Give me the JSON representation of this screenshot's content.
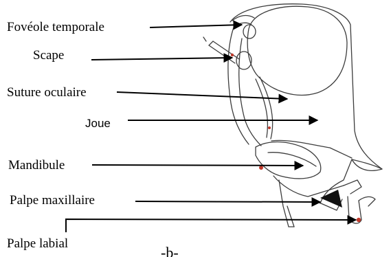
{
  "figure": {
    "tag": "-b-",
    "subject": "insect-head-lateral-view",
    "colors": {
      "outline": "#3c3c3c",
      "accent_red": "#c0392b",
      "dark_fill": "#111111",
      "arrow": "#000000"
    }
  },
  "labels": [
    {
      "id": "foveole-temporale",
      "text": "Fovéole temporale"
    },
    {
      "id": "scape",
      "text": "Scape"
    },
    {
      "id": "suture-oculaire",
      "text": "Suture oculaire"
    },
    {
      "id": "joue",
      "text": "Joue"
    },
    {
      "id": "mandibule",
      "text": "Mandibule"
    },
    {
      "id": "palpe-maxillaire",
      "text": "Palpe maxillaire"
    },
    {
      "id": "palpe-labial",
      "text": "Palpe labial"
    }
  ]
}
